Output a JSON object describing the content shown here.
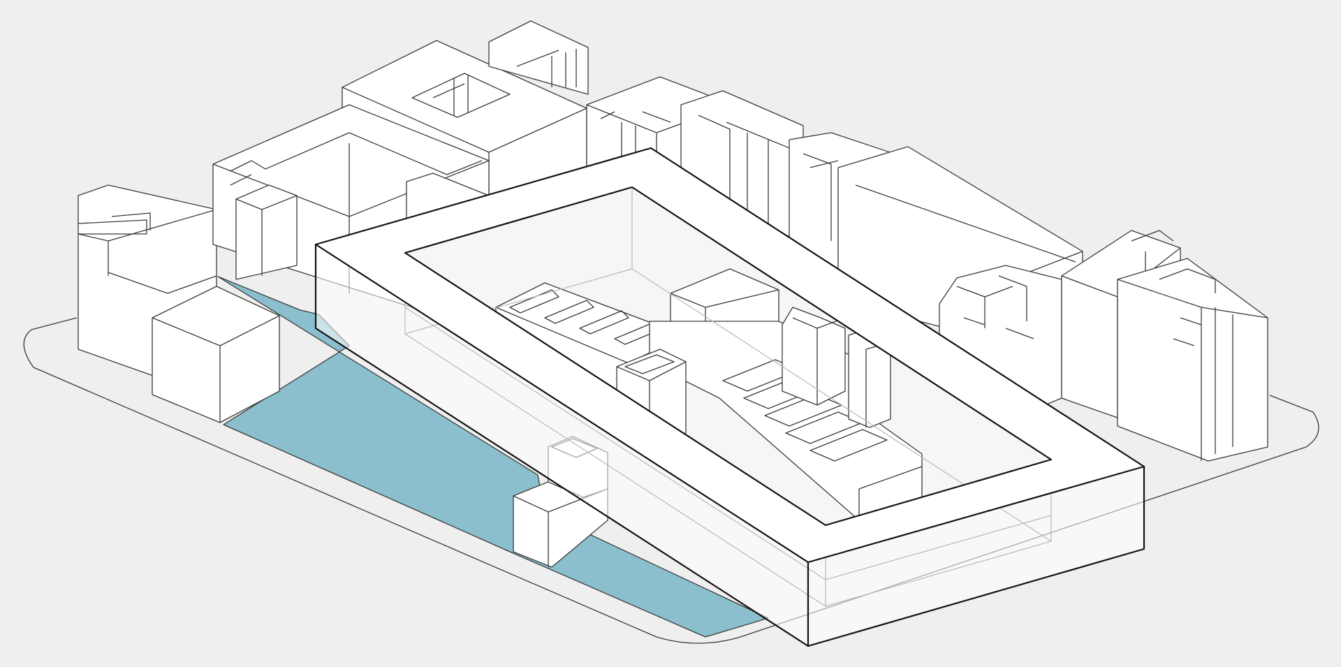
{
  "colors": {
    "background": "#efefef",
    "water": "#8bbfcd",
    "line": "#3a3a3a",
    "bold_line": "#111111",
    "glass": "#ffffff"
  },
  "scene": {
    "type": "axonometric-site-diagram",
    "elements": [
      "site-plate",
      "water-basin",
      "context-buildings-left",
      "context-buildings-back",
      "context-buildings-right",
      "terraced-stair-volume",
      "ring-building"
    ]
  }
}
